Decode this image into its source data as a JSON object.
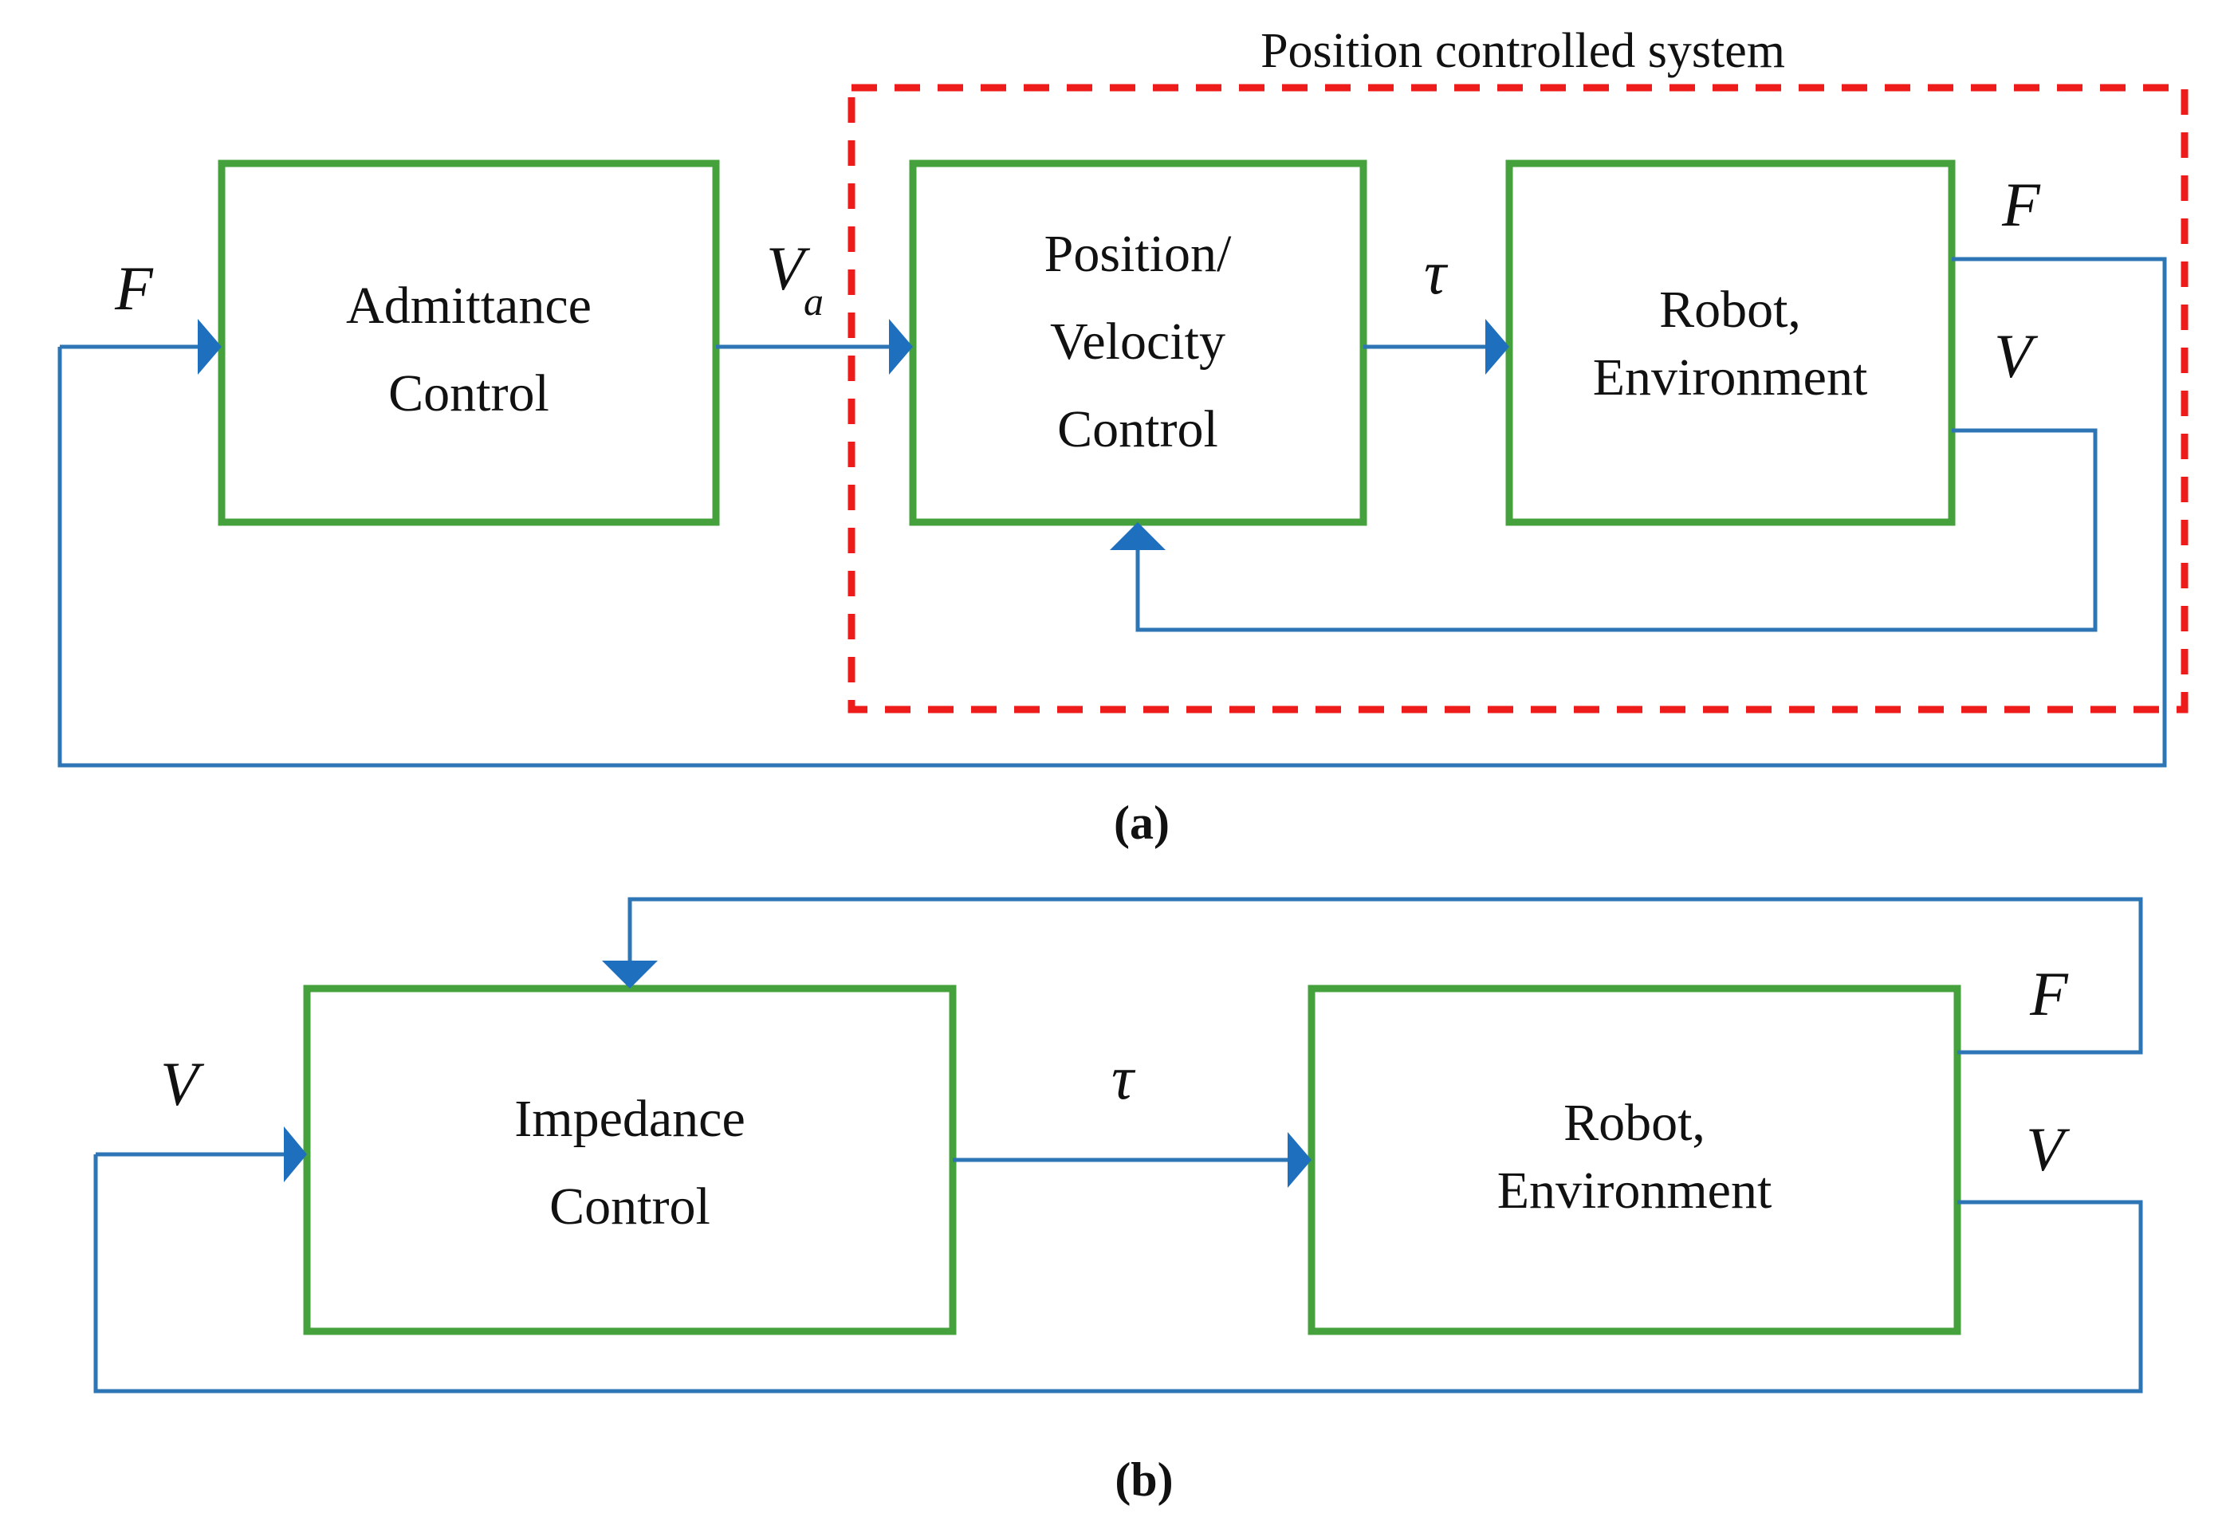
{
  "figure": {
    "title": "Admittance and impedance control block diagrams",
    "background_color": "#ffffff",
    "box_border_color": "#44A13C",
    "wire_color": "#2E75B6",
    "dashed_region_color": "#EE1B1B",
    "text_color": "#111111"
  },
  "panel_a": {
    "caption": "(a)",
    "region_title": "Position controlled system",
    "blocks": [
      {
        "id": "admittance",
        "line1": "Admittance",
        "line2": "Control"
      },
      {
        "id": "posvel",
        "line1": "Position/",
        "line2": "Velocity",
        "line3": "Control"
      },
      {
        "id": "robot",
        "line1": "Robot,",
        "line2": "Environment"
      }
    ],
    "signals": {
      "input": "F",
      "admittance_out_base": "V",
      "admittance_out_sub": "a",
      "torque": "τ",
      "robot_out_force": "F",
      "robot_out_velocity": "V"
    }
  },
  "panel_b": {
    "caption": "(b)",
    "blocks": [
      {
        "id": "impedance",
        "line1": "Impedance",
        "line2": "Control"
      },
      {
        "id": "robot",
        "line1": "Robot,",
        "line2": "Environment"
      }
    ],
    "signals": {
      "input": "V",
      "torque": "τ",
      "robot_out_force": "F",
      "robot_out_velocity": "V"
    }
  }
}
